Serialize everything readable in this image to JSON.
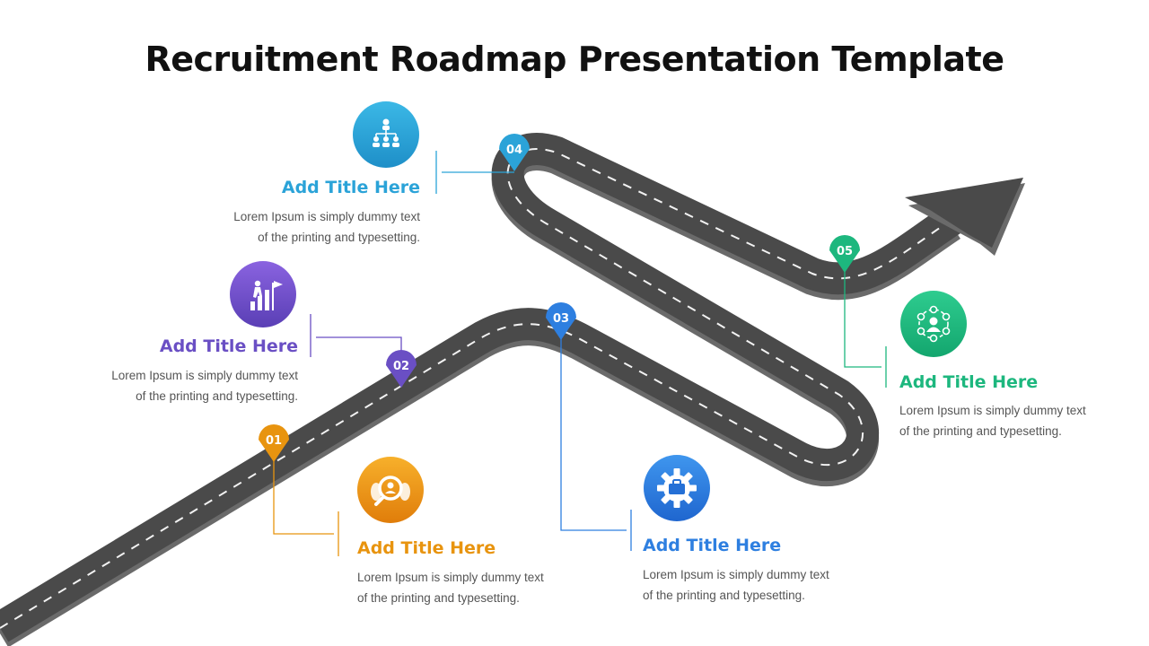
{
  "title": "Recruitment Roadmap Presentation Template",
  "steps": [
    {
      "number": "01",
      "title": "Add Title Here",
      "line1": "Lorem Ipsum is simply dummy text",
      "line2": "of the printing and typesetting.",
      "color": "#E8940F",
      "icon": "magnifier-person-icon"
    },
    {
      "number": "02",
      "title": "Add Title Here",
      "line1": "Lorem Ipsum is simply dummy text",
      "line2": "of the printing and typesetting.",
      "color": "#6A4FC4",
      "icon": "career-stairs-flag-icon"
    },
    {
      "number": "03",
      "title": "Add Title Here",
      "line1": "Lorem Ipsum is simply dummy text",
      "line2": "of the printing and typesetting.",
      "color": "#2E7FE0",
      "icon": "gear-briefcase-icon"
    },
    {
      "number": "04",
      "title": "Add Title Here",
      "line1": "Lorem Ipsum is simply dummy text",
      "line2": "of the printing and typesetting.",
      "color": "#2BA3D8",
      "icon": "org-chart-icon"
    },
    {
      "number": "05",
      "title": "Add Title Here",
      "line1": "Lorem Ipsum is simply dummy text",
      "line2": "of the printing and typesetting.",
      "color": "#1DB77E",
      "icon": "network-person-icon"
    }
  ]
}
